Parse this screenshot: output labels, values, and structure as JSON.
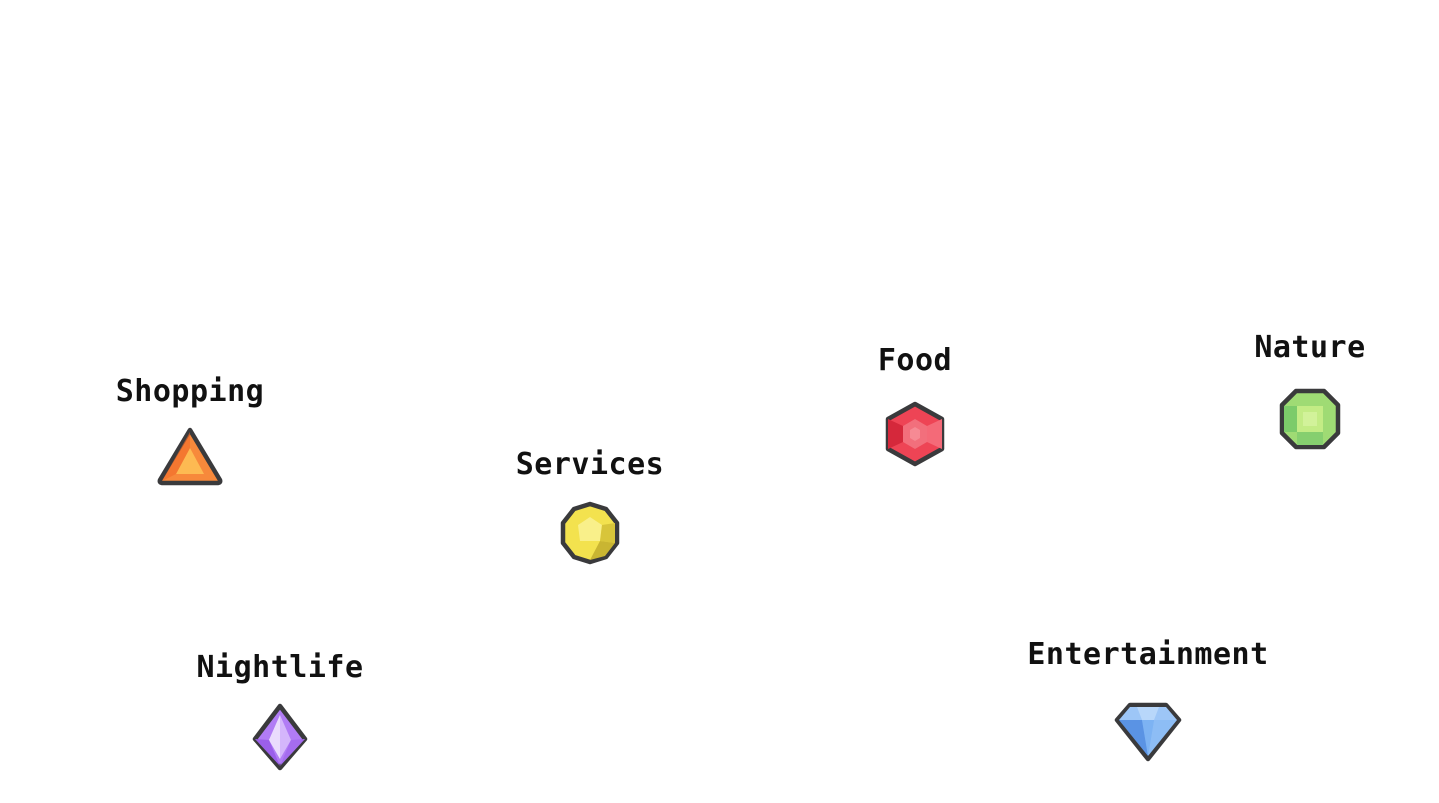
{
  "categories": [
    {
      "id": "shopping",
      "label": "Shopping",
      "icon": "orange-triangle-gem-icon",
      "color": "#F7893B"
    },
    {
      "id": "services",
      "label": "Services",
      "icon": "yellow-round-gem-icon",
      "color": "#F3E24E"
    },
    {
      "id": "food",
      "label": "Food",
      "icon": "red-hexagon-gem-icon",
      "color": "#EE4455"
    },
    {
      "id": "nature",
      "label": "Nature",
      "icon": "green-square-gem-icon",
      "color": "#9FDB74"
    },
    {
      "id": "nightlife",
      "label": "Nightlife",
      "icon": "purple-crystal-gem-icon",
      "color": "#B17CF5"
    },
    {
      "id": "entertainment",
      "label": "Entertainment",
      "icon": "blue-diamond-gem-icon",
      "color": "#6FA8F0"
    }
  ],
  "colors": {
    "outline": "#3a3a3c",
    "text": "#111111",
    "background": "#ffffff"
  }
}
